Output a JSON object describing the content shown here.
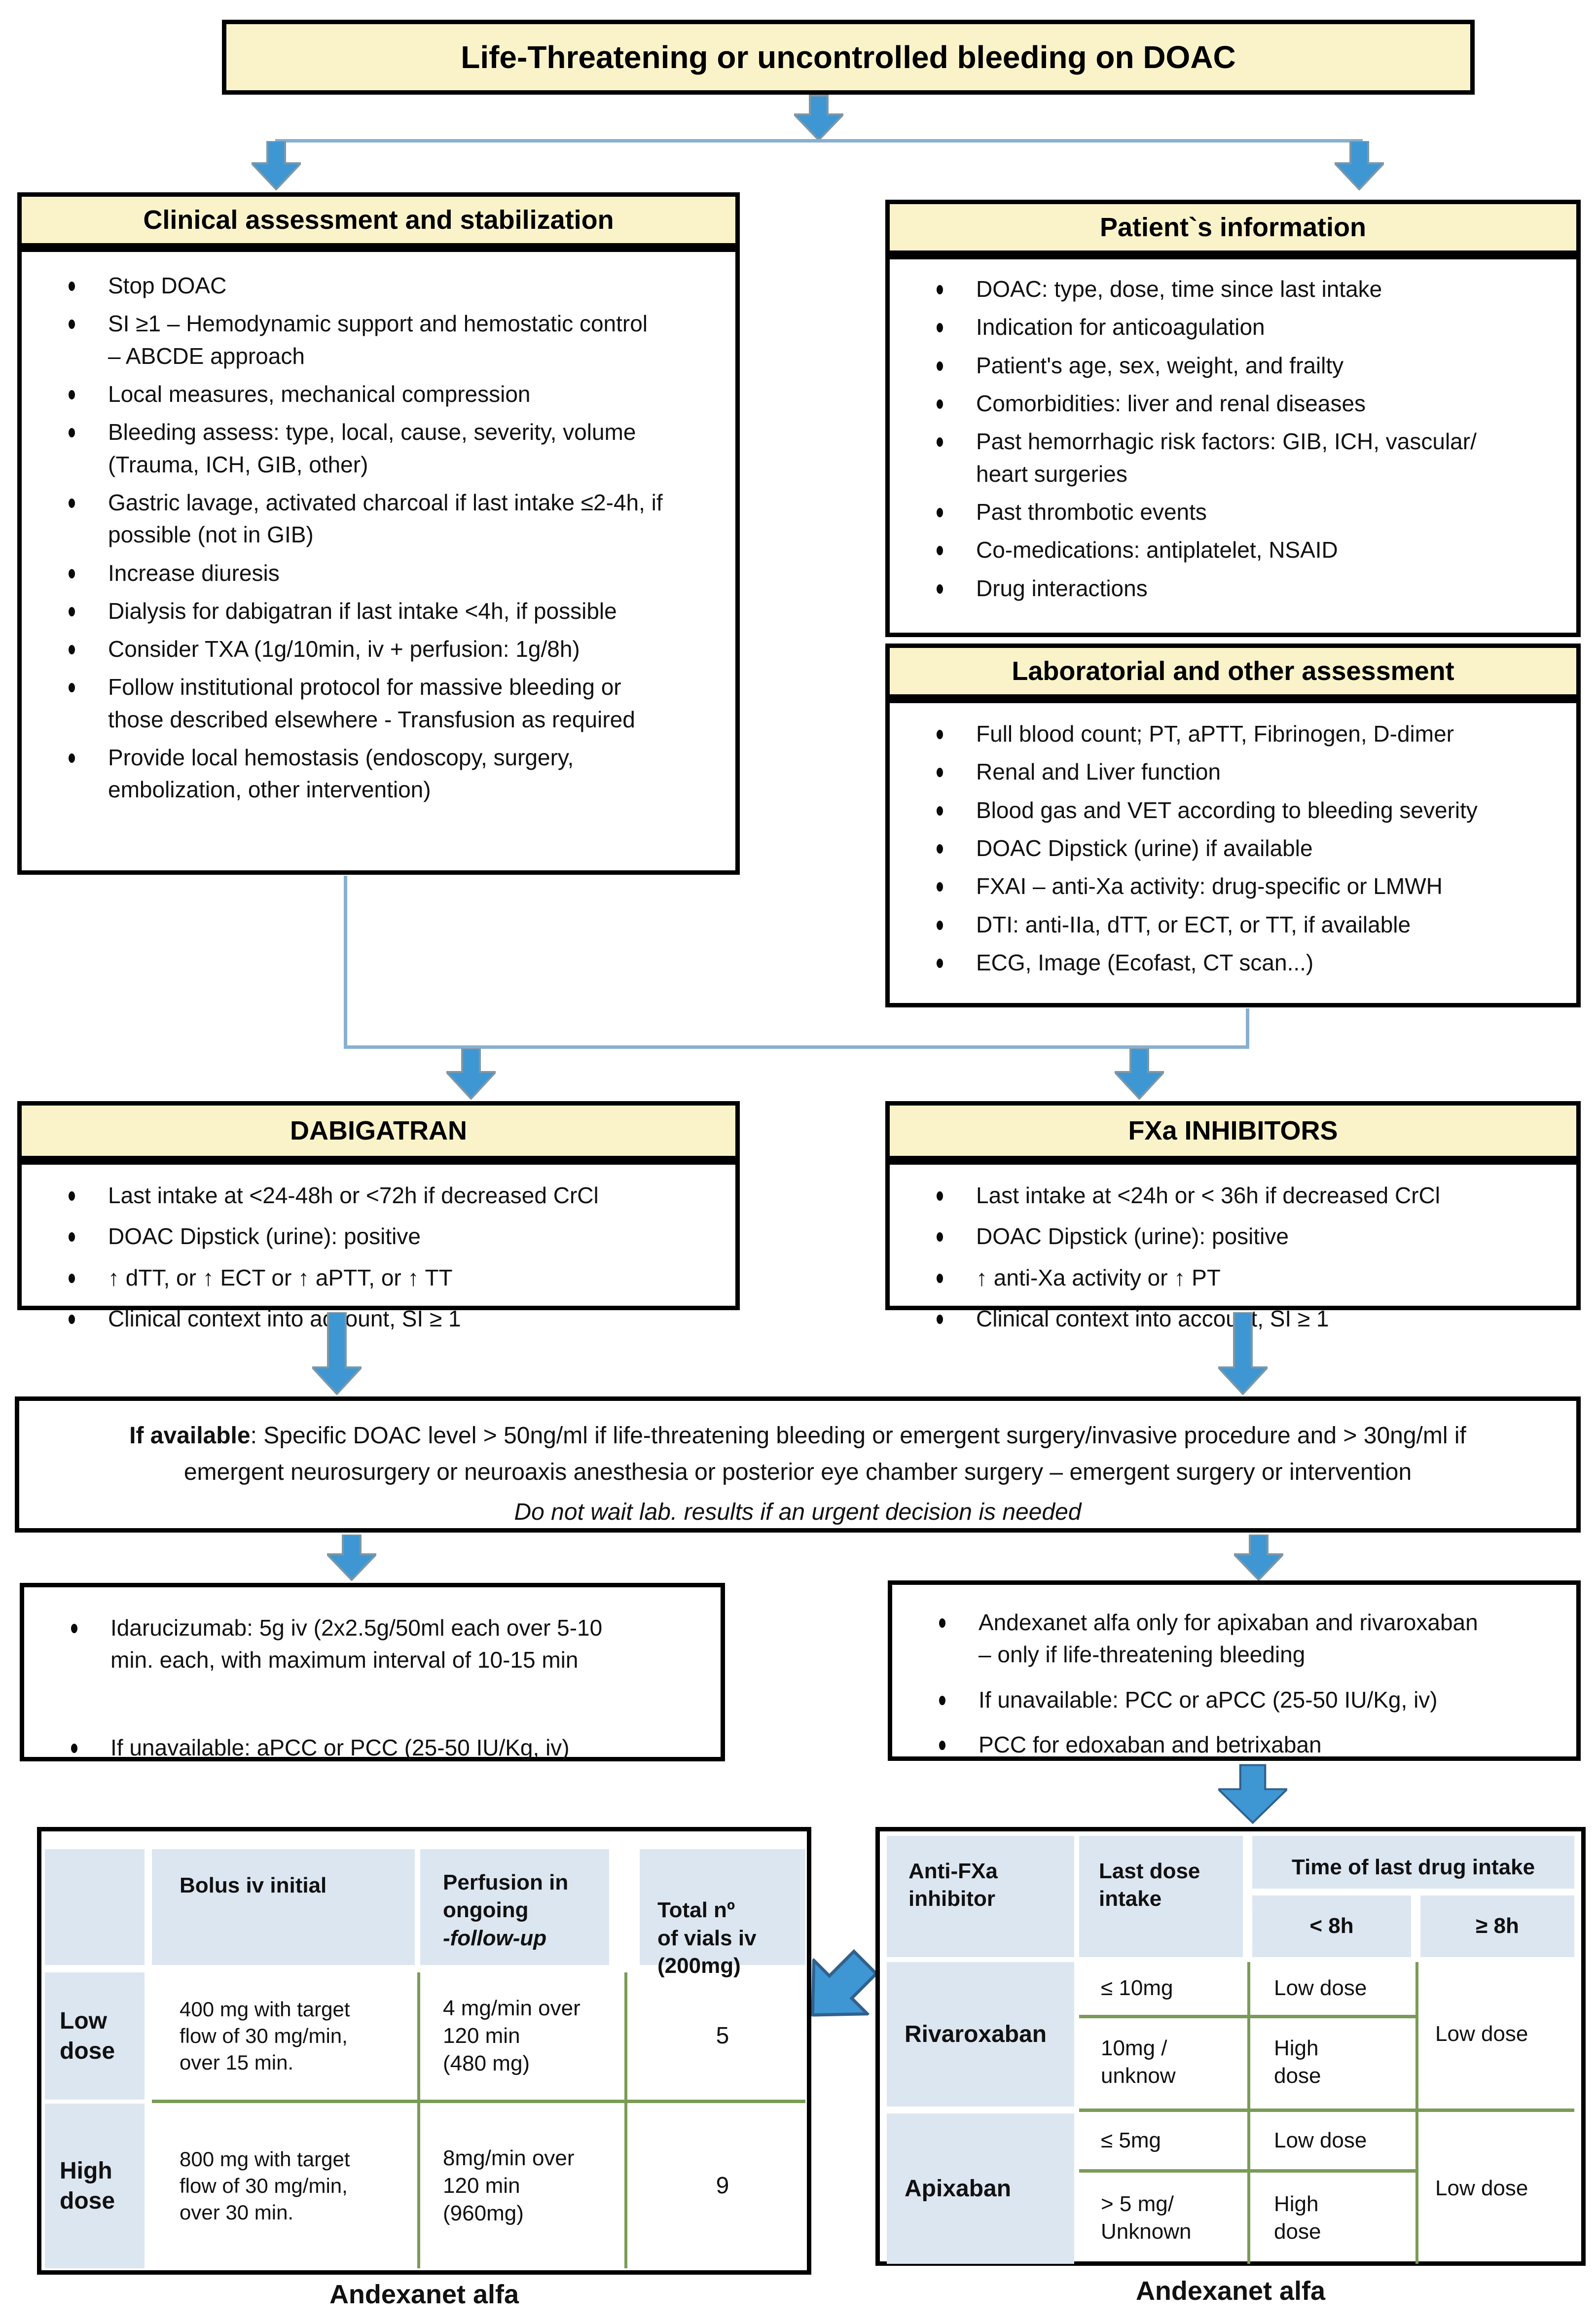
{
  "colors": {
    "title_fill_yellow": "#faf3c9",
    "arrow_blue": "#3e97d3",
    "arrow_outline": "#7e97a5",
    "connector_blue": "#88afd0",
    "table_header_blue": "#dce6f1",
    "table_grid_green": "#7a9b57"
  },
  "top_title": "Life-Threatening or uncontrolled bleeding on DOAC",
  "clinical": {
    "title": "Clinical assessment and stabilization",
    "items": [
      "Stop DOAC",
      "SI ≥1 – Hemodynamic support and hemostatic control\n– ABCDE approach",
      "Local measures, mechanical compression",
      "Bleeding assess: type, local, cause, severity, volume\n(Trauma, ICH, GIB, other)",
      "Gastric lavage, activated charcoal if last intake ≤2-4h, if\npossible (not in GIB)",
      "Increase diuresis",
      "Dialysis for dabigatran if last intake <4h, if possible",
      "Consider TXA (1g/10min, iv + perfusion: 1g/8h)",
      "Follow institutional protocol for massive bleeding or\nthose described elsewhere - Transfusion as required",
      "Provide local hemostasis (endoscopy, surgery,\nembolization, other intervention)"
    ]
  },
  "patient": {
    "title": "Patient`s information",
    "items": [
      "DOAC: type, dose, time since last intake",
      "Indication for anticoagulation",
      "Patient's age, sex, weight, and frailty",
      "Comorbidities: liver and renal diseases",
      "Past hemorrhagic risk factors: GIB, ICH, vascular/\nheart surgeries",
      "Past thrombotic events",
      "Co-medications: antiplatelet, NSAID",
      "Drug interactions"
    ]
  },
  "laboratorial": {
    "title": "Laboratorial and other assessment",
    "items": [
      "Full blood count; PT, aPTT, Fibrinogen, D-dimer",
      "Renal and Liver function",
      "Blood gas and VET according to bleeding severity",
      "DOAC Dipstick (urine) if available",
      "FXAI – anti-Xa activity: drug-specific or LMWH",
      "DTI: anti-IIa, dTT, or ECT, or TT, if available",
      "ECG, Image (Ecofast, CT scan...)"
    ]
  },
  "dabigatran": {
    "title": "DABIGATRAN",
    "items": [
      "Last intake at <24-48h or <72h if decreased CrCl",
      "DOAC Dipstick (urine): positive",
      "↑ dTT, or ↑ ECT or ↑ aPTT, or ↑ TT",
      "Clinical context into account, SI ≥ 1"
    ]
  },
  "fxa": {
    "title": "FXa INHIBITORS",
    "items": [
      "Last intake at <24h or < 36h if decreased CrCl",
      "DOAC Dipstick (urine): positive",
      "↑ anti-Xa activity  or ↑ PT",
      "Clinical context into account,  SI ≥ 1"
    ]
  },
  "if_available": {
    "bold_prefix": "If available",
    "body": ": Specific DOAC level > 50ng/ml if life-threatening bleeding or emergent surgery/invasive procedure and > 30ng/ml if\nemergent neurosurgery or neuroaxis anesthesia or posterior eye chamber surgery – emergent surgery or intervention",
    "note": "Do not wait lab. results if an urgent decision is needed"
  },
  "idarucizumab_box": {
    "items": [
      "Idarucizumab: 5g iv (2x2.5g/50ml each over 5-10\nmin. each, with maximum interval of 10-15 min",
      "If unavailable: aPCC or PCC (25-50 IU/Kg, iv)"
    ]
  },
  "andexanet_box": {
    "items": [
      "Andexanet alfa only for apixaban and rivaroxaban\n– only if life-threatening bleeding",
      "If unavailable: PCC or aPCC (25-50 IU/Kg, iv)",
      "PCC for edoxaban and betrixaban"
    ]
  },
  "left_table": {
    "caption": "Andexanet alfa",
    "headers": {
      "bolus": "Bolus iv initial",
      "perfusion": "Perfusion in\nongoing",
      "perfusion_italic": "-follow-up",
      "vials": "Total nº\nof vials iv\n(200mg)"
    },
    "rows": [
      {
        "label": "Low\ndose",
        "bolus": "400 mg with target\nflow of 30 mg/min,\nover 15 min.",
        "perfusion": "4 mg/min over\n120 min\n(480 mg)",
        "vials": "5"
      },
      {
        "label": "High\ndose",
        "bolus": "800 mg with target\nflow of 30 mg/min,\nover 30 min.",
        "perfusion": "8mg/min over\n120 min\n(960mg)",
        "vials": "9"
      }
    ]
  },
  "right_table": {
    "caption": "Andexanet alfa",
    "headers": {
      "inhibitor": "Anti-FXa\ninhibitor",
      "last_dose": "Last dose\nintake",
      "time": "Time of last drug  intake",
      "lt8": "< 8h",
      "ge8": "≥ 8h"
    },
    "groups": [
      {
        "drug": "Rivaroxaban",
        "rows": [
          {
            "dose": "≤ 10mg",
            "result": "Low dose"
          },
          {
            "dose": "10mg /\nunknow",
            "result": "High\ndose"
          }
        ],
        "ge8": "Low dose"
      },
      {
        "drug": "Apixaban",
        "rows": [
          {
            "dose": "≤ 5mg",
            "result": "Low dose"
          },
          {
            "dose": "> 5 mg/\nUnknown",
            "result": "High\ndose"
          }
        ],
        "ge8": "Low dose"
      }
    ]
  }
}
